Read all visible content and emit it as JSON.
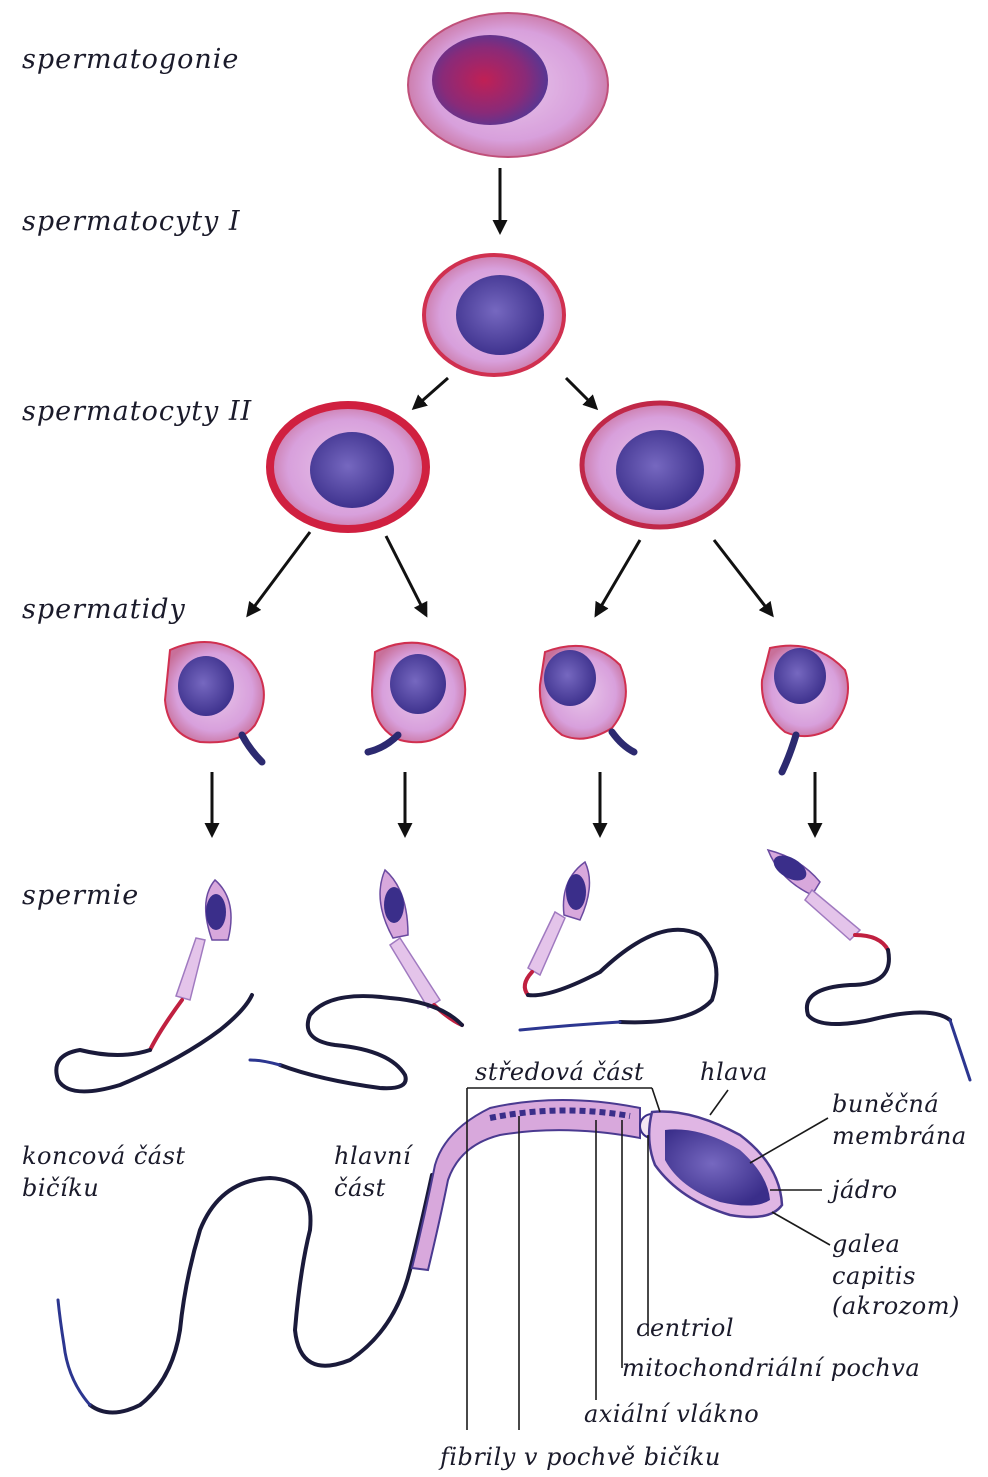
{
  "stages": {
    "spermatogonie": "spermatogonie",
    "spermatocyty_1": "spermatocyty I",
    "spermatocyty_2": "spermatocyty II",
    "spermatidy": "spermatidy",
    "spermie": "spermie"
  },
  "parts": {
    "stredova_cast": "středová část",
    "hlava": "hlava",
    "bunecna_1": "buněčná",
    "bunecna_2": "membrána",
    "jadro": "jádro",
    "galea_1": "galea",
    "galea_2": "capitis",
    "galea_3": "(akrozom)",
    "centriol": "centriol",
    "mitochondrialni": "mitochondriální pochva",
    "axialni": "axiální vlákno",
    "fibrily": "fibrily v pochvě bičíku",
    "koncova_1": "koncová část",
    "koncova_2": "bičíku",
    "hlavni_1": "hlavní",
    "hlavni_2": "část"
  },
  "colors": {
    "cytoplasm": "#d9a6df",
    "nucleus": "#4a3fa0",
    "membrane": "#d02b4b"
  }
}
